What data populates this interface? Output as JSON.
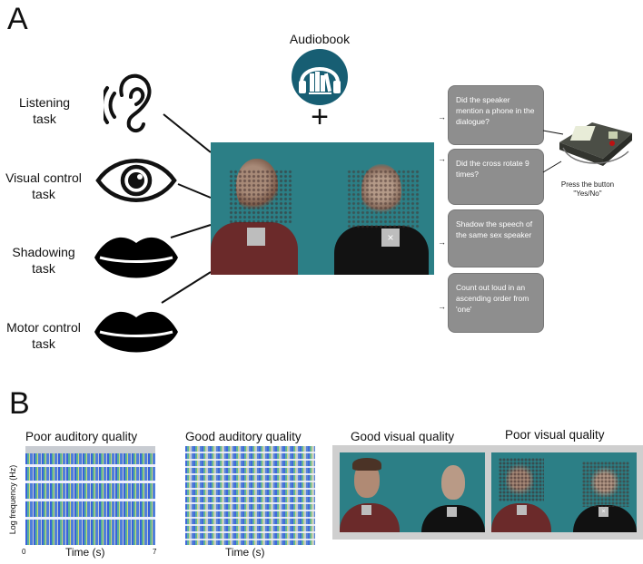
{
  "panel_a": {
    "letter": "A",
    "audiobook_label": "Audiobook",
    "plus_sign": "+",
    "tasks": [
      {
        "label": "Listening task",
        "icon": "ear-icon"
      },
      {
        "label": "Visual control task",
        "icon": "eye-icon"
      },
      {
        "label": "Shadowing task",
        "icon": "lips-icon"
      },
      {
        "label": "Motor control task",
        "icon": "lips-icon"
      }
    ],
    "questions": [
      "Did the speaker mention a phone in the dialogue?",
      "Did the cross rotate 9 times?",
      "Shadow the speech of the same sex speaker",
      "Count out loud in an ascending order from 'one'"
    ],
    "button_caption_line1": "Press the button",
    "button_caption_line2": "\"Yes/No\"",
    "marker_symbol": "×"
  },
  "panel_b": {
    "letter": "B",
    "spectrograms": [
      {
        "title": "Poor auditory quality"
      },
      {
        "title": "Good auditory quality"
      }
    ],
    "ylabel": "Log frequency (Hz)",
    "xlabel": "Time (s)",
    "x_min": "0",
    "x_max": "7",
    "photos": [
      {
        "title": "Good visual quality"
      },
      {
        "title": "Poor visual quality"
      }
    ]
  },
  "colors": {
    "teal_background": "#2c7f86",
    "box_grey": "#8e8e8e",
    "audiobook_circle": "#175e73"
  }
}
